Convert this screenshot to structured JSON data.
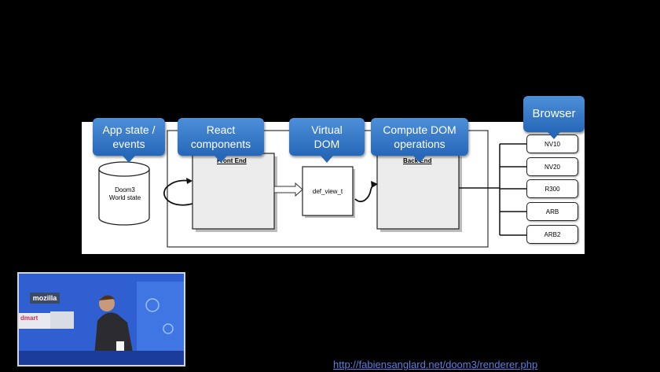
{
  "callouts": {
    "app_state": "App state /\nevents",
    "react": "React\ncomponents",
    "virtual_dom": "Virtual\nDOM",
    "compute_dom": "Compute DOM\noperations",
    "browser": "Browser"
  },
  "diagram": {
    "cylinder_label": "Doom3\nWorld state",
    "front_end_label": "Front End",
    "middle_label": "def_view_t",
    "back_end_label": "Back End"
  },
  "outputs": [
    "NV10",
    "NV20",
    "R300",
    "ARB",
    "ARB2"
  ],
  "video": {
    "brand": "mozilla",
    "sponsor": "dmart"
  },
  "source_url": "http://fabiensanglard.net/doom3/renderer.php",
  "colors": {
    "callout": "#2f72c4",
    "link": "#5b7fe0",
    "background": "#000000"
  }
}
